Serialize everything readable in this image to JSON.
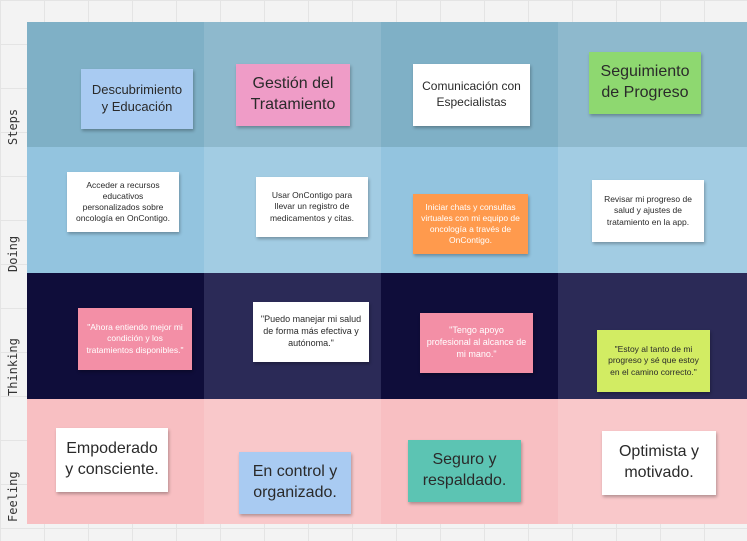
{
  "rows": {
    "steps": "Steps",
    "doing": "Doing",
    "thinking": "Thinking",
    "feeling": "Feeling"
  },
  "steps": [
    "Descubrimiento y Educación",
    "Gestión del Tratamiento",
    "Comunicación con Especialistas",
    "Seguimiento de Progreso"
  ],
  "doing": [
    "Acceder a recursos educativos personalizados sobre oncología en OnContigo.",
    "Usar OnContigo para llevar un registro de medicamentos y citas.",
    "Iniciar chats y consultas virtuales con mi equipo de oncología a través de OnContigo.",
    "Revisar mi progreso de salud y ajustes de tratamiento en la app."
  ],
  "thinking": [
    "\"Ahora entiendo mejor mi condición y los tratamientos disponibles.\"",
    "\"Puedo manejar mi salud de forma más efectiva y autónoma.\"",
    "\"Tengo apoyo profesional al alcance de mi mano.\"",
    "\"Estoy al tanto de mi progreso y sé que estoy en el camino correcto.\""
  ],
  "feeling": [
    "Empoderado y consciente.",
    "En control y organizado.",
    "Seguro y respaldado.",
    "Optimista y motivado."
  ],
  "colors": {
    "steps_row": "#7fb0c6",
    "doing_row": "#93c4df",
    "thinking_row": "#2b2a57",
    "feeling_row": "#f8bfc2"
  }
}
